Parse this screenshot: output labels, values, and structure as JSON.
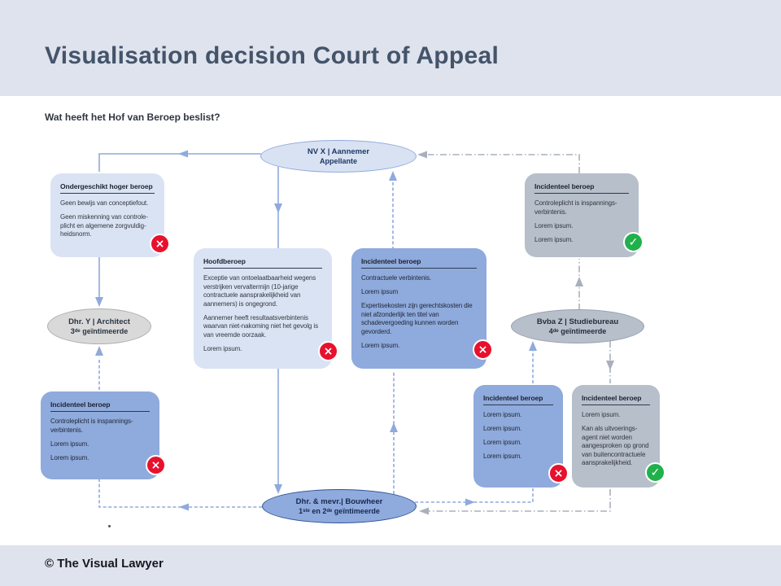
{
  "header": {
    "title": "Visualisation decision Court of Appeal"
  },
  "question": "Wat heeft het Hof van Beroep beslist?",
  "footer": {
    "copyright": "© The Visual Lawyer"
  },
  "nodes": {
    "appellant": {
      "title": "NV X | Aannemer",
      "subtitle": "Appellante"
    },
    "architect": {
      "title": "Dhr. Y | Architect",
      "subtitle": "3ᵈᵉ geïntimeerde"
    },
    "studiebureau": {
      "title": "Bvba Z | Studiebureau",
      "subtitle": "4ᵈᵉ geïntimeerde"
    },
    "bouwheer": {
      "title": "Dhr. & mevr.| Bouwheer",
      "subtitle": "1ˢᵗᵉ en 2ᵈᵉ geïntimeerde"
    }
  },
  "boxes": [
    {
      "title": "Ondergeschikt hoger beroep",
      "verdict": "rejected",
      "paragraphs": [
        "Geen bewijs van conceptiefout.",
        "Geen miskenning van  controle-\nplicht en algemene zorgvuldig-\nheidsnorm."
      ]
    },
    {
      "title": "Hoofdberoep",
      "verdict": "rejected",
      "paragraphs": [
        "Exceptie van ontoelaatbaarheid wegens\nverstrijken vervaltermijn (10-jarige\ncontractuele aansprakelijkheid van\naannemers) is ongegrond.",
        "Aannemer heeft resultaatsverbintenis\nwaarvan niet-nakoming niet het gevolg is\nvan vreemde oorzaak.",
        "Lorem ipsum."
      ]
    },
    {
      "title": "Incidenteel beroep",
      "verdict": "rejected",
      "paragraphs": [
        "Contractuele verbintenis.",
        "Lorem ipsum",
        "Expertisekosten zijn gerechtskosten die\nniet afzonderlijk ten titel van\nschadevergoeding kunnen worden\ngevorderd.",
        "Lorem ipsum."
      ]
    },
    {
      "title": "Incidenteel beroep",
      "verdict": "accepted",
      "paragraphs": [
        "Controleplicht is inspannings-\nverbintenis.",
        "Lorem ipsum.",
        "Lorem ipsum."
      ]
    },
    {
      "title": "Incidenteel beroep",
      "verdict": "rejected",
      "paragraphs": [
        "Controleplicht is inspannings-\nverbintenis.",
        "Lorem ipsum.",
        "Lorem ipsum."
      ]
    },
    {
      "title": "Incidenteel beroep",
      "verdict": "rejected",
      "paragraphs": [
        "Lorem ipsum.",
        "Lorem ipsum.",
        "Lorem ipsum.",
        "Lorem ipsum."
      ]
    },
    {
      "title": "Incidenteel beroep",
      "verdict": "accepted",
      "paragraphs": [
        "Lorem ipsum.",
        "Kan als uitvoerings-\nagent niet worden\naangesproken op grond\nvan buitencontractuele\naansprakelijkheid."
      ]
    }
  ],
  "icons": {
    "rejected": "×",
    "accepted": "✓"
  },
  "colors": {
    "header_bg": "#dfe3ee",
    "title_text": "#44546a",
    "box_light_blue": "#dae3f3",
    "box_mid_blue": "#8faadc",
    "box_gray": "#b6bfca",
    "ellipse_light": "#d9e2f3",
    "ellipse_gray": "#d9d9d9",
    "connector_blue": "#8faadc",
    "connector_gray": "#a9b0bc",
    "badge_rejected": "#e8112d",
    "badge_accepted": "#21b14c",
    "bouwheer_border": "#2e5496"
  }
}
